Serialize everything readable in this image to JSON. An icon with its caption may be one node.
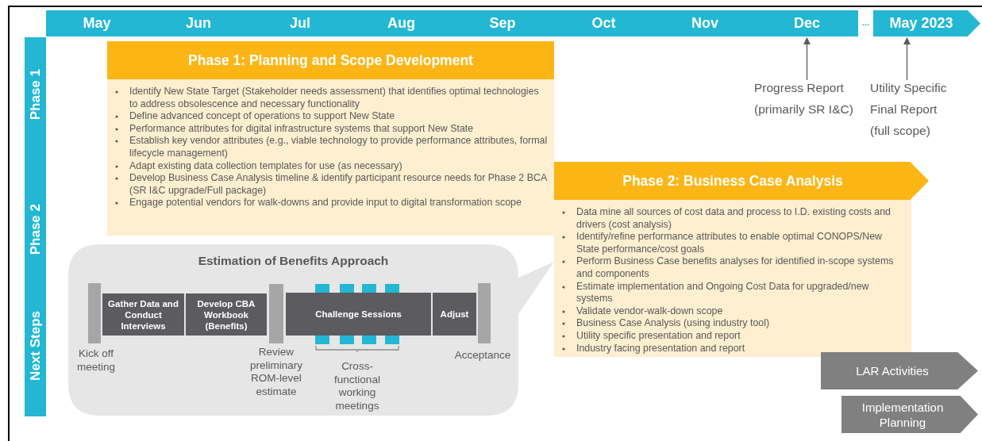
{
  "diagram": {
    "nodes": [
      {
        "text": [
          "May"
        ]
      },
      {
        "text": [
          "Jun"
        ]
      },
      {
        "text": [
          "Jul"
        ]
      },
      {
        "text": [
          "Aug"
        ]
      },
      {
        "text": [
          "Sep"
        ]
      },
      {
        "text": [
          "Oct"
        ]
      },
      {
        "text": [
          "Nov"
        ]
      },
      {
        "text": [
          "Dec"
        ]
      },
      {
        "text": [
          "May 2023"
        ]
      },
      {
        "text": [
          "Progress Report (primarily SR I&C)"
        ]
      },
      {
        "text": [
          "Utility Specific Final Report (full scope)"
        ]
      },
      {
        "text": [
          "Phase 1",
          "Phase 2",
          "Next Steps"
        ]
      },
      {
        "text": [
          "Phase 1: Planning and Scope Development",
          "Identify New State Target (Stakeholder needs assessment) that identifies optimal technologies to address obsolescence and necessary functionality",
          "Define advanced concept of operations to support New State",
          "Performance attributes for digital infrastructure systems that support New State",
          "Establish key vendor attributes (e.g., viable technology to provide performance attributes, formal lifecycle management)",
          "Adapt existing data collection templates for use (as necessary)",
          "Develop Business Case Analysis timeline & identify participant resource needs for Phase 2 BCA (SR I&C upgrade/Full package)",
          "Engage potential vendors for walk-downs and provide input to digital transformation scope"
        ]
      },
      {
        "text": [
          "Phase 2: Business Case Analysis",
          "Data mine all sources of cost data and process to I.D. existing costs and drivers (cost analysis)",
          "Identify/refine performance attributes to enable optimal CONOPS/New State performance/cost goals",
          "Perform Business Case benefits analyses for identified in-scope systems and components",
          "Estimate implementation and Ongoing Cost Data for upgraded/new systems",
          "Validate vendor-walk-down scope",
          "Business Case Analysis (using industry tool)",
          "Utility specific presentation and report",
          "Industry facing presentation and report"
        ]
      },
      {
        "text": [
          "Estimation of Benefits Approach"
        ]
      },
      {
        "text": [],
        "shape": "bar",
        "in": 14,
        "beside": [
          "Kick off meeting"
        ]
      },
      {
        "text": [
          "Gather Data and Conduct Interviews"
        ],
        "in": 14
      },
      {
        "text": [
          "Develop CBA Workbook (Benefits)"
        ],
        "in": 14
      },
      {
        "text": [],
        "shape": "bar",
        "in": 14,
        "beside": [
          "Review preliminary ROM-level estimate"
        ]
      },
      {
        "text": [
          "Challenge Sessions"
        ],
        "in": 14
      },
      {
        "text": [
          "Adjust"
        ],
        "in": 14
      },
      {
        "text": [],
        "shape": "bar",
        "in": 14,
        "beside": [
          "Acceptance"
        ]
      },
      {
        "text": [
          "LAR Activities"
        ]
      },
      {
        "text": [
          "Implementation Planning"
        ]
      }
    ],
    "edges": [
      {
        "from": 9,
        "to": 7,
        "arrow": "to"
      },
      {
        "from": 10,
        "to": 8,
        "arrow": "to"
      }
    ],
    "labels": [
      "...",
      "Cross-functional working meetings"
    ]
  }
}
